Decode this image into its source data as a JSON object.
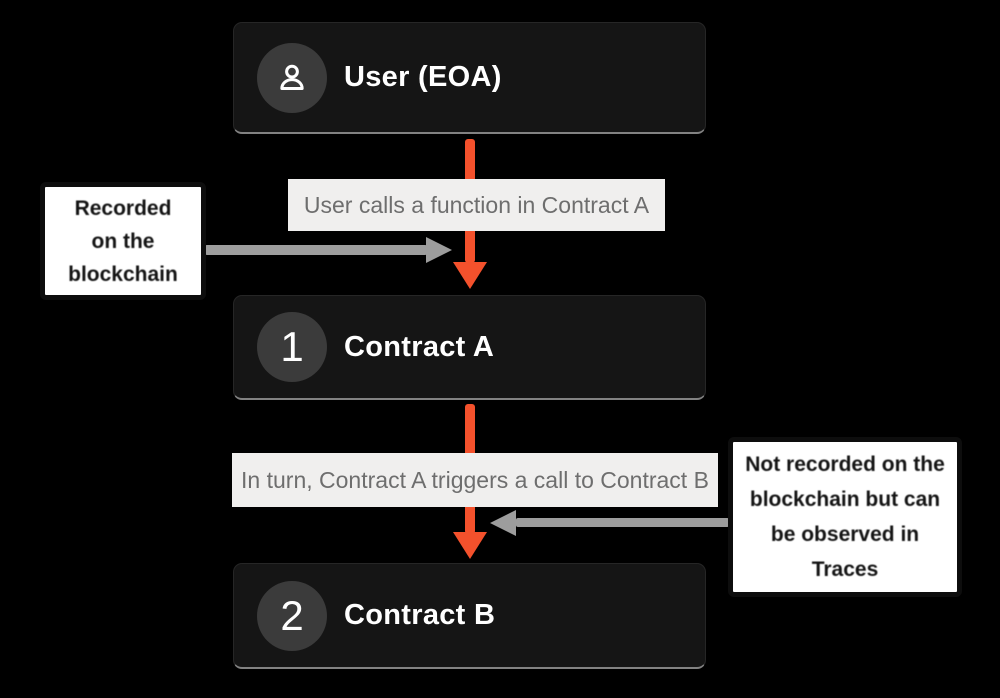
{
  "diagram": {
    "nodes": {
      "user": {
        "title": "User (EOA)",
        "icon": "person-icon"
      },
      "contract_a": {
        "badge": "1",
        "title": "Contract A"
      },
      "contract_b": {
        "badge": "2",
        "title": "Contract B"
      }
    },
    "edge_labels": {
      "user_to_a": "User calls a function in Contract A",
      "a_to_b": "In turn, Contract A triggers a call to Contract B"
    },
    "annotations": {
      "left": {
        "lines": [
          "Recorded",
          "on the",
          "blockchain"
        ]
      },
      "right": {
        "lines": [
          "Not recorded on the",
          "blockchain but can",
          "be observed in",
          "Traces"
        ]
      }
    },
    "colors": {
      "background": "#000000",
      "node_fill": "#151515",
      "node_circle_fill": "#3B3B3B",
      "node_text": "#FFFFFF",
      "accent_arrow": "#F4512C",
      "annotation_arrow": "#9D9D9D",
      "edge_label_bg": "#F0EFEE",
      "edge_label_text": "#6E6E6E",
      "callout_bg": "#FFFFFF",
      "callout_border": "#0D0D0D"
    }
  }
}
